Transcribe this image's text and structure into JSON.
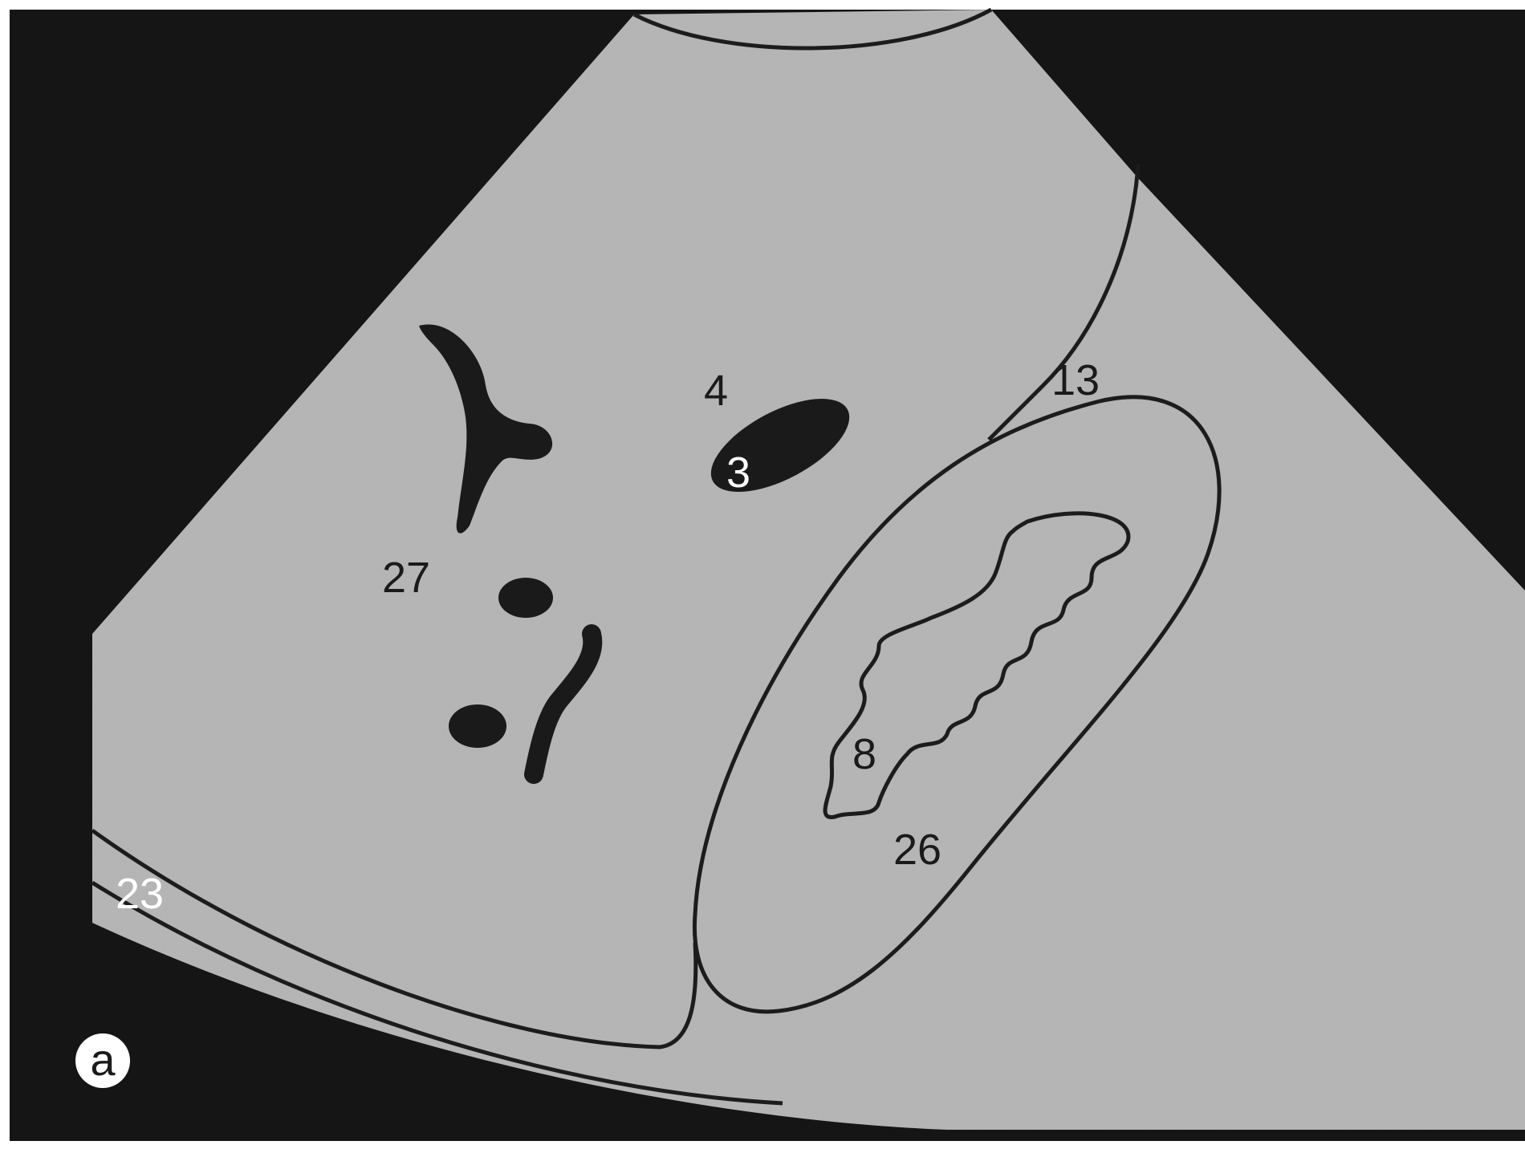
{
  "labels": {
    "l4": "4",
    "l3": "3",
    "l13": "13",
    "l27": "27",
    "l8": "8",
    "l26": "26",
    "l23": "23"
  },
  "panel_letter": "a",
  "colors": {
    "background": "#151515",
    "fan": "#b4b4b4",
    "outline": "#1c1c1c",
    "structure_fill": "#1a1a1a"
  }
}
